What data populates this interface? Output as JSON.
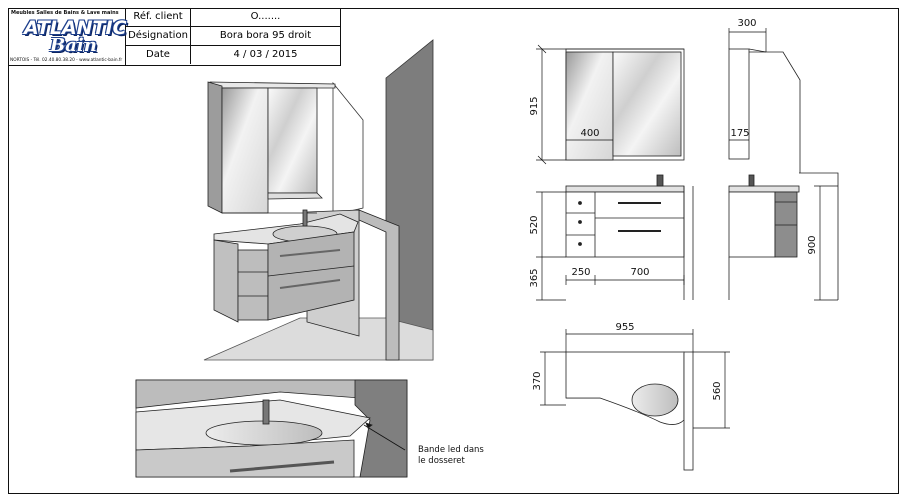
{
  "title_block": {
    "logo": {
      "tagline": "Meubles Salles de Bains & Lave mains",
      "brand_line1": "ATLANTIC",
      "brand_line2": "Bain",
      "contact": "NORTOIS - Tél. 02.40.80.38.20 - www.atlantic-bain.fr"
    },
    "rows": [
      {
        "label": "Réf. client",
        "value": "O......."
      },
      {
        "label": "Désignation",
        "value": "Bora bora 95 droit"
      },
      {
        "label": "Date",
        "value": "4 / 03 / 2015"
      }
    ]
  },
  "dimensions": {
    "mirror_height": "915",
    "mirror_cabinet_width": "400",
    "mirror_depth": "300",
    "shelf_depth": "175",
    "vanity_height": "520",
    "plinth_height": "365",
    "drawer_column_width": "250",
    "main_drawer_width": "700",
    "total_height": "900",
    "total_width": "955",
    "top_depth": "370",
    "basin_depth": "560"
  },
  "annotation": {
    "text_line1": "Bande led dans",
    "text_line2": "le dosseret"
  },
  "colors": {
    "line": "#111111",
    "render_gray": "#c9c9c9",
    "render_dark": "#8a8a8a",
    "logo_blue": "#1d3f8c"
  }
}
